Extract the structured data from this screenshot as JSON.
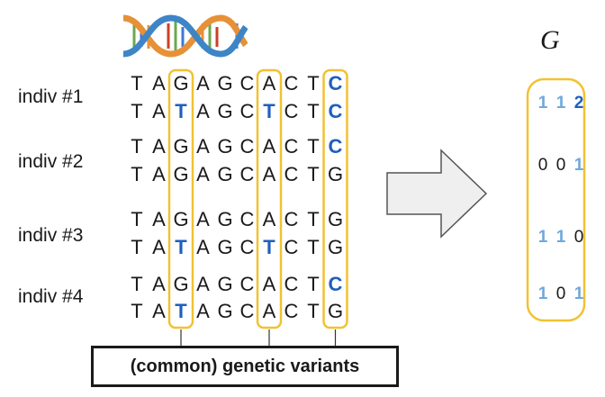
{
  "individuals": [
    {
      "label": "indiv #1",
      "seq1": [
        "T",
        "A",
        "G",
        "A",
        "G",
        "C",
        "A",
        "C",
        "T",
        "C"
      ],
      "seq2": [
        "T",
        "A",
        "T",
        "A",
        "G",
        "C",
        "T",
        "C",
        "T",
        "C"
      ],
      "genotype": [
        "1",
        "1",
        "2"
      ]
    },
    {
      "label": "indiv #2",
      "seq1": [
        "T",
        "A",
        "G",
        "A",
        "G",
        "C",
        "A",
        "C",
        "T",
        "C"
      ],
      "seq2": [
        "T",
        "A",
        "G",
        "A",
        "G",
        "C",
        "A",
        "C",
        "T",
        "G"
      ],
      "genotype": [
        "0",
        "0",
        "1"
      ]
    },
    {
      "label": "indiv #3",
      "seq1": [
        "T",
        "A",
        "G",
        "A",
        "G",
        "C",
        "A",
        "C",
        "T",
        "G"
      ],
      "seq2": [
        "T",
        "A",
        "T",
        "A",
        "G",
        "C",
        "T",
        "C",
        "T",
        "G"
      ],
      "genotype": [
        "1",
        "1",
        "0"
      ]
    },
    {
      "label": "indiv #4",
      "seq1": [
        "T",
        "A",
        "G",
        "A",
        "G",
        "C",
        "A",
        "C",
        "T",
        "C"
      ],
      "seq2": [
        "T",
        "A",
        "T",
        "A",
        "G",
        "C",
        "A",
        "C",
        "T",
        "G"
      ],
      "genotype": [
        "1",
        "0",
        "1"
      ]
    }
  ],
  "variant_positions": [
    2,
    6,
    9
  ],
  "reference_alleles": [
    "G",
    "A",
    "G"
  ],
  "matrix_label": "G",
  "caption": "(common) genetic variants",
  "icons": {
    "dna": "dna-helix-icon",
    "arrow": "right-arrow-icon"
  },
  "colors": {
    "highlight_box": "#f1c232",
    "variant_text": "#1f5fbf",
    "genotype_one": "#6fa8dc",
    "arrow_fill": "#efefef",
    "text": "#1a1a1a"
  }
}
